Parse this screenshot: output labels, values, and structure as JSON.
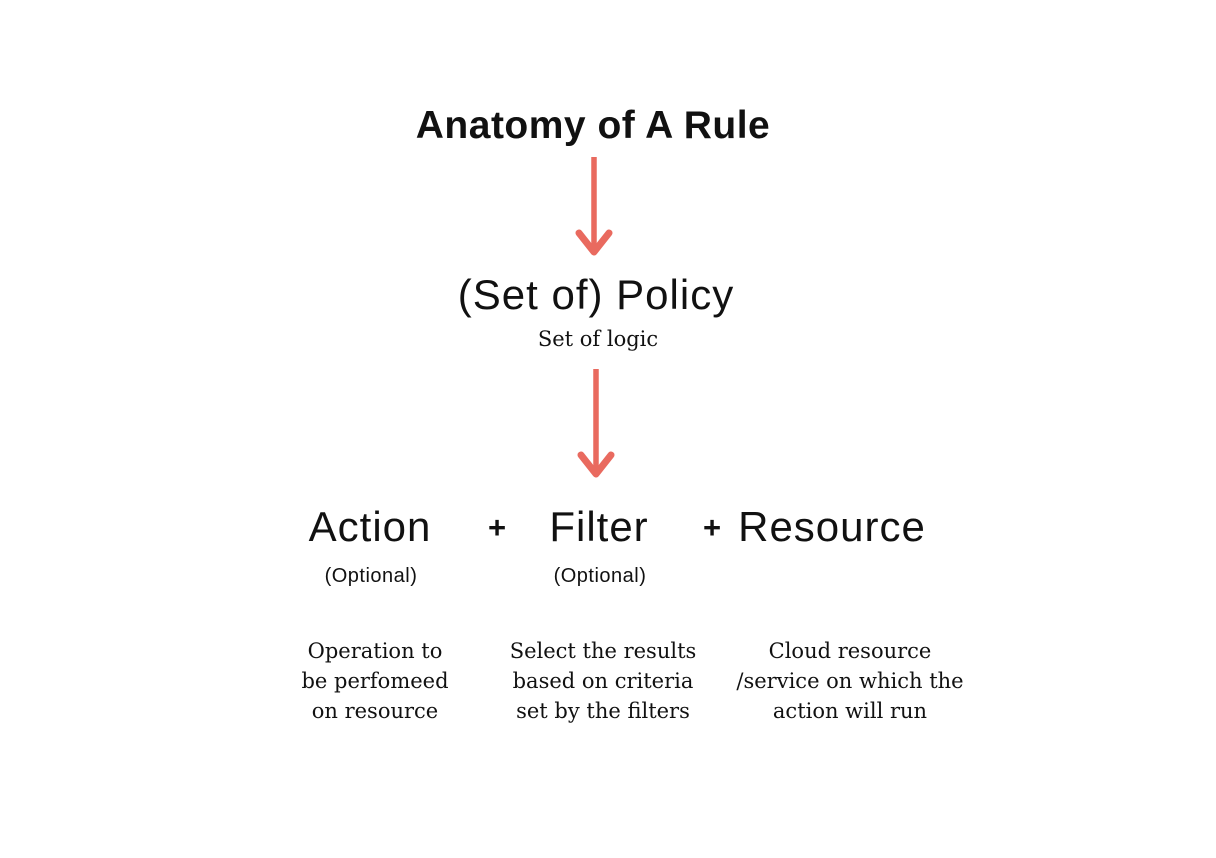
{
  "title": "Anatomy of A Rule",
  "colors": {
    "arrow": "#e96a5f",
    "text": "#111111",
    "background": "#ffffff"
  },
  "policy": {
    "label": "(Set of) Policy",
    "sublabel": "Set of logic"
  },
  "plus": "+",
  "components": [
    {
      "label": "Action",
      "optional": "(Optional)",
      "description": "Operation to\nbe perfomeed\non resource"
    },
    {
      "label": "Filter",
      "optional": "(Optional)",
      "description": "Select the results\nbased on criteria\nset by the filters"
    },
    {
      "label": "Resource",
      "optional": "",
      "description": "Cloud resource\n/service on which the\naction will run"
    }
  ]
}
